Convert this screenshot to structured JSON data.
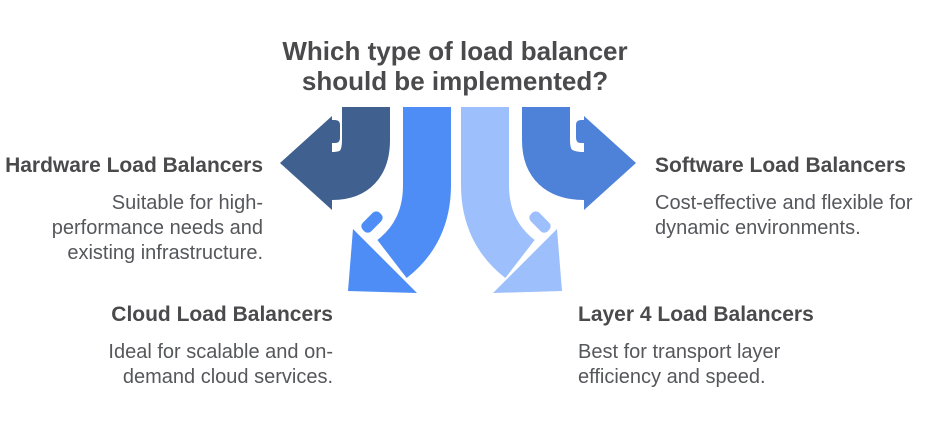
{
  "title": "Which type of load balancer\nshould be implemented?",
  "colors": {
    "background": "#ffffff",
    "heading_text": "#4a4a4c",
    "body_text": "#56575b",
    "hardware_arrow": "#40618f",
    "software_arrow": "#4e82d9",
    "cloud_arrow": "#4e8df6",
    "layer4_arrow": "#9dbffb"
  },
  "options": [
    {
      "id": "hardware",
      "heading": "Hardware Load Balancers",
      "description": "Suitable for high-\nperformance needs and\nexisting infrastructure.",
      "color": "#40618f",
      "arrow_direction": "left"
    },
    {
      "id": "software",
      "heading": "Software Load Balancers",
      "description": "Cost-effective and flexible for\ndynamic environments.",
      "color": "#4e82d9",
      "arrow_direction": "right"
    },
    {
      "id": "cloud",
      "heading": "Cloud Load Balancers",
      "description": "Ideal for scalable and on-\ndemand cloud services.",
      "color": "#4e8df6",
      "arrow_direction": "down-left"
    },
    {
      "id": "layer4",
      "heading": "Layer 4 Load Balancers",
      "description": "Best for transport layer\nefficiency and speed.",
      "color": "#9dbffb",
      "arrow_direction": "down-right"
    }
  ]
}
